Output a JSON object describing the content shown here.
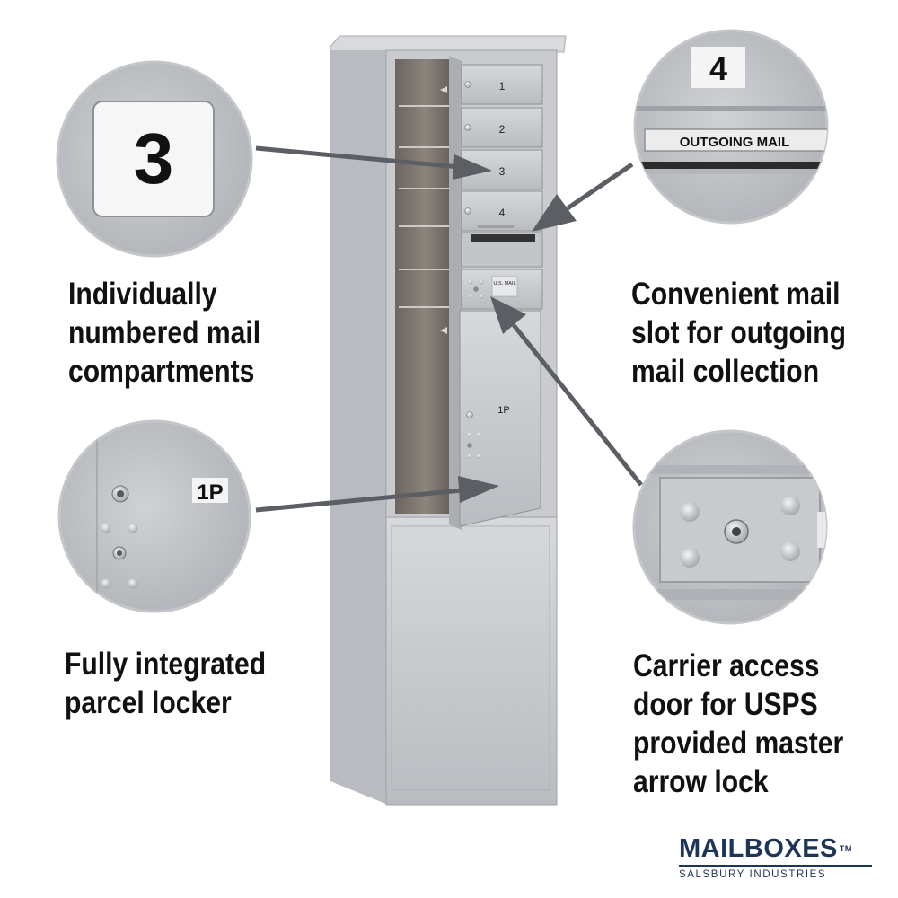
{
  "captions": {
    "numbered": [
      "Individually",
      "numbered mail",
      "compartments"
    ],
    "slot": [
      "Convenient mail",
      "slot for outgoing",
      "mail collection"
    ],
    "parcel": [
      "Fully integrated",
      "parcel locker"
    ],
    "carrier": [
      "Carrier access",
      "door for USPS",
      "provided master",
      "arrow lock"
    ]
  },
  "callouts": {
    "number_tag": "3",
    "number_tag_top": "4",
    "outgoing_label": "OUTGOING MAIL",
    "parcel_tag": "1P"
  },
  "mailbox": {
    "doors": [
      "1",
      "2",
      "3",
      "4"
    ],
    "usps_label": "U.S. MAIL",
    "parcel_label": "1P"
  },
  "logo": {
    "name": "MAILBOXES",
    "tm": "TM",
    "subtitle": "SALSBURY INDUSTRIES"
  },
  "colors": {
    "metal": "#c4c7cb",
    "metal_dark": "#9a9ea3",
    "arrow": "#5b5f63",
    "brand": "#1d3557"
  }
}
